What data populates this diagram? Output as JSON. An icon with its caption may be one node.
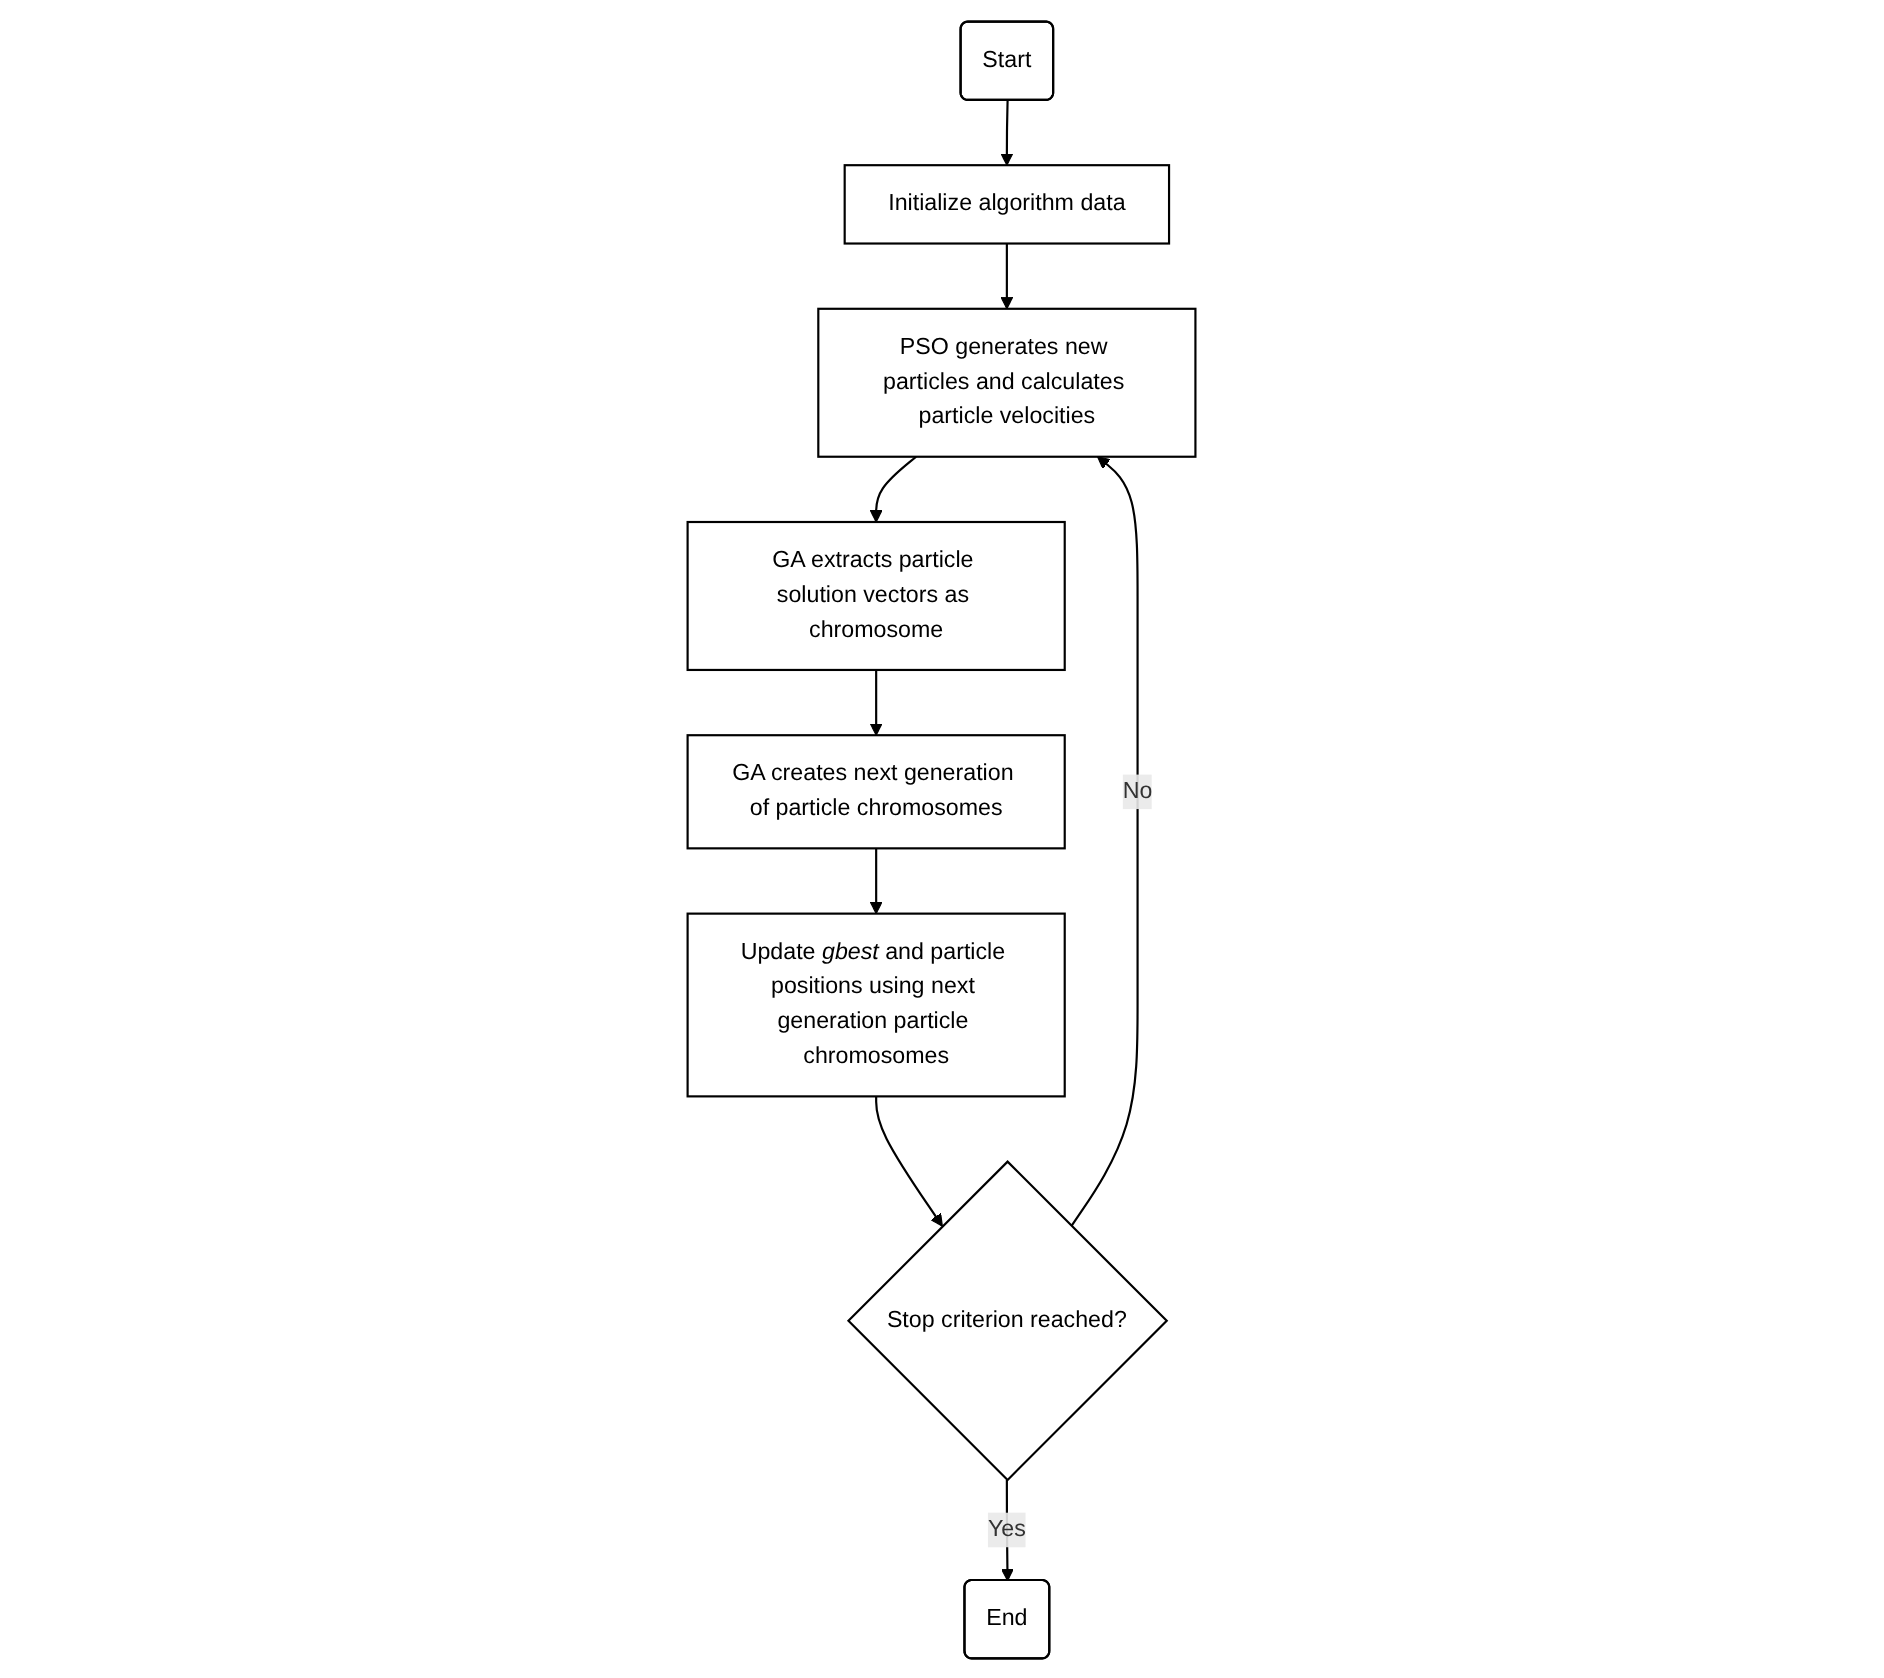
{
  "diagram": {
    "nodes": [
      {
        "text": [
          "Start"
        ]
      },
      {
        "text": [
          "Initialize algorithm data"
        ]
      },
      {
        "text": [
          "PSO generates new particles and calculates particle velocities"
        ]
      },
      {
        "text": [
          "GA extracts particle solution vectors as chromosome"
        ]
      },
      {
        "text": [
          "GA creates next generation of particle chromosomes"
        ]
      },
      {
        "text": [
          "Update *gbest* and particle positions using next generation particle chromosomes"
        ]
      },
      {
        "text": [
          "Stop criterion reached?"
        ]
      },
      {
        "text": [
          "End"
        ]
      }
    ],
    "edges": [
      {
        "from": 0,
        "to": 1,
        "arrow": "to"
      },
      {
        "from": 1,
        "to": 2,
        "arrow": "to"
      },
      {
        "from": 2,
        "to": 3,
        "arrow": "to"
      },
      {
        "from": 3,
        "to": 4,
        "arrow": "to"
      },
      {
        "from": 4,
        "to": 5,
        "arrow": "to"
      },
      {
        "from": 5,
        "to": 6,
        "arrow": "to"
      },
      {
        "from": 6,
        "to": 2,
        "arrow": "to",
        "label": "No"
      },
      {
        "from": 6,
        "to": 7,
        "arrow": "to",
        "label": "Yes"
      }
    ]
  }
}
